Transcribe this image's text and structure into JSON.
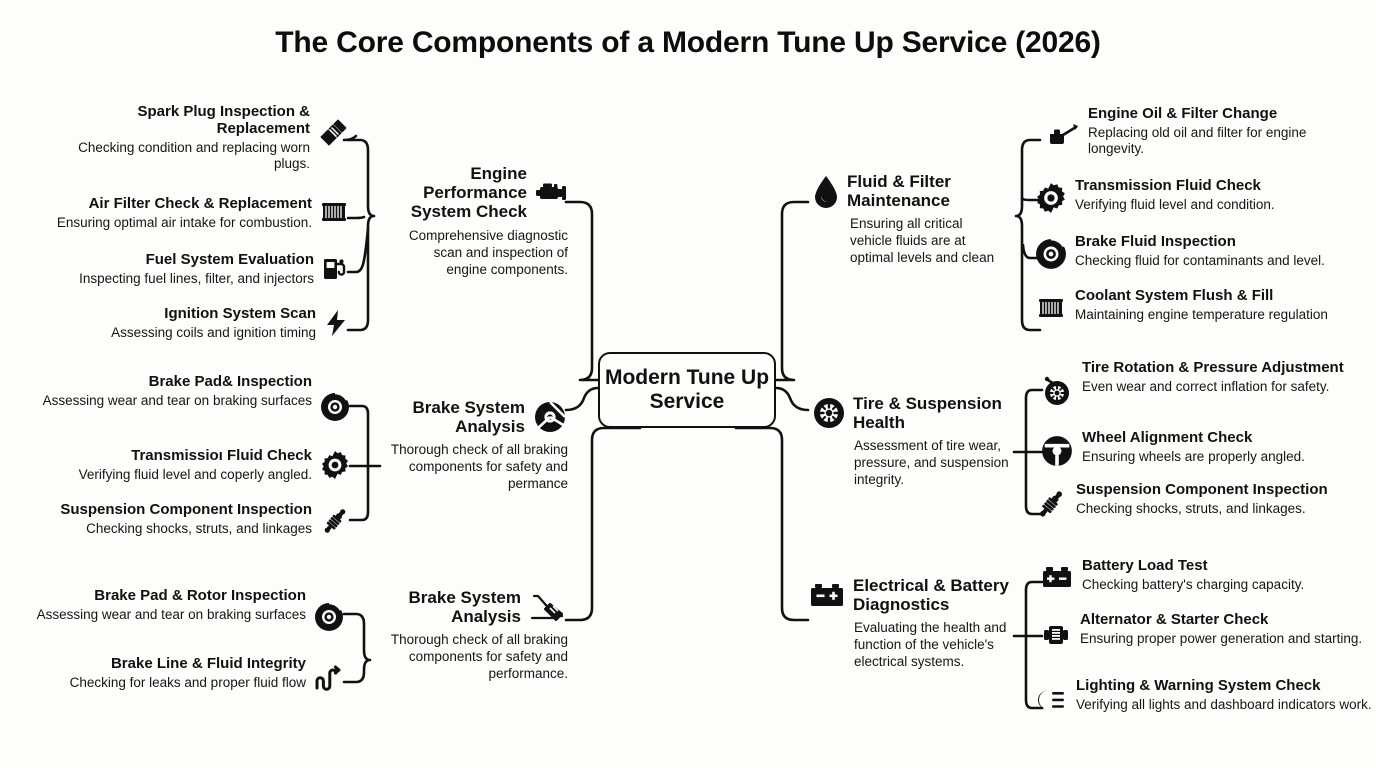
{
  "title": "The Core Components of a Modern Tune Up Service (2026)",
  "center": {
    "label": "Modern Tune Up Service"
  },
  "colors": {
    "ink": "#111111",
    "background": "#fdfdfc",
    "stroke": "#111111"
  },
  "branches": {
    "engine": {
      "title": "Engine Performance System Check",
      "desc": "Comprehensive diagnostic scan and inspection of engine components.",
      "icon": "engine-icon",
      "leaves": [
        {
          "title": "Spark Plug Inspection & Replacement",
          "desc": "Checking condition and replacing worn plugs.",
          "icon": "spark-plug-icon"
        },
        {
          "title": "Air Filter Check & Replacement",
          "desc": "Ensuring optimal air intake for combustion.",
          "icon": "air-filter-icon"
        },
        {
          "title": "Fuel System Evaluation",
          "desc": "Inspecting fuel lines, filter, and injectors",
          "icon": "fuel-pump-icon"
        },
        {
          "title": "Ignition System Scan",
          "desc": "Assessing coils and ignition timing",
          "icon": "lightning-bolt-icon"
        }
      ]
    },
    "brake_mid": {
      "title": "Brake System Analysis",
      "desc": "Thorough check of all braking components for safety and permance",
      "icon": "brake-disc-icon",
      "leaves": [
        {
          "title": "Brake Pad& Inspection",
          "desc": "Assessing wear and tear on braking surfaces",
          "icon": "brake-rotor-icon"
        },
        {
          "title": "Transmissioı Fluid Check",
          "desc": "Verifying fluid level and coperly angled.",
          "icon": "gear-icon"
        },
        {
          "title": "Suspension Component Inspection",
          "desc": "Checking shocks, struts, and linkages",
          "icon": "shock-absorber-icon"
        }
      ]
    },
    "brake_low": {
      "title": "Brake System Analysis",
      "desc": "Thorough check of all braking components for safety and performance.",
      "icon": "brake-caliper-icon",
      "leaves": [
        {
          "title": "Brake Pad & Rotor Inspection",
          "desc": "Assessing wear and tear on braking surfaces",
          "icon": "brake-rotor-icon"
        },
        {
          "title": "Brake Line & Fluid Integrity",
          "desc": "Checking for leaks and proper fluid flow",
          "icon": "brake-line-icon"
        }
      ]
    },
    "fluid": {
      "title": "Fluid & Filter Maintenance",
      "desc": "Ensuring all critical vehicle fluids are at optimal levels and clean",
      "icon": "droplet-icon",
      "leaves": [
        {
          "title": "Engine Oil & Filter Change",
          "desc": "Replacing old oil and filter for engine longevity.",
          "icon": "oil-can-icon"
        },
        {
          "title": "Transmission Fluid Check",
          "desc": "Verifying fluid level and condition.",
          "icon": "gear-icon"
        },
        {
          "title": "Brake Fluid Inspection",
          "desc": "Checking fluid for contaminants and level.",
          "icon": "brake-rotor-icon"
        },
        {
          "title": "Coolant System Flush & Fill",
          "desc": "Maintaining engine temperature regulation",
          "icon": "radiator-icon"
        }
      ]
    },
    "tire": {
      "title": "Tire & Suspension Health",
      "desc": "Assessment of tire wear, pressure, and suspension integrity.",
      "icon": "tire-icon",
      "leaves": [
        {
          "title": "Tire Rotation & Pressure Adjustment",
          "desc": "Even wear and correct inflation for safety.",
          "icon": "tire-pressure-icon"
        },
        {
          "title": "Wheel Alignment Check",
          "desc": "Ensuring wheels are properly angled.",
          "icon": "steering-wheel-icon"
        },
        {
          "title": "Suspension Component Inspection",
          "desc": "Checking shocks, struts, and linkages.",
          "icon": "shock-absorber-icon"
        }
      ]
    },
    "electrical": {
      "title": "Electrical & Battery Diagnostics",
      "desc": "Evaluating the health and function of the vehicle's electrical systems.",
      "icon": "battery-icon",
      "leaves": [
        {
          "title": "Battery Load Test",
          "desc": "Checking battery's charging capacity.",
          "icon": "battery-icon"
        },
        {
          "title": "Alternator & Starter Check",
          "desc": "Ensuring proper power generation and starting.",
          "icon": "alternator-icon"
        },
        {
          "title": "Lighting & Warning System Check",
          "desc": "Verifying all lights and dashboard indicators work.",
          "icon": "headlight-icon"
        }
      ]
    }
  }
}
